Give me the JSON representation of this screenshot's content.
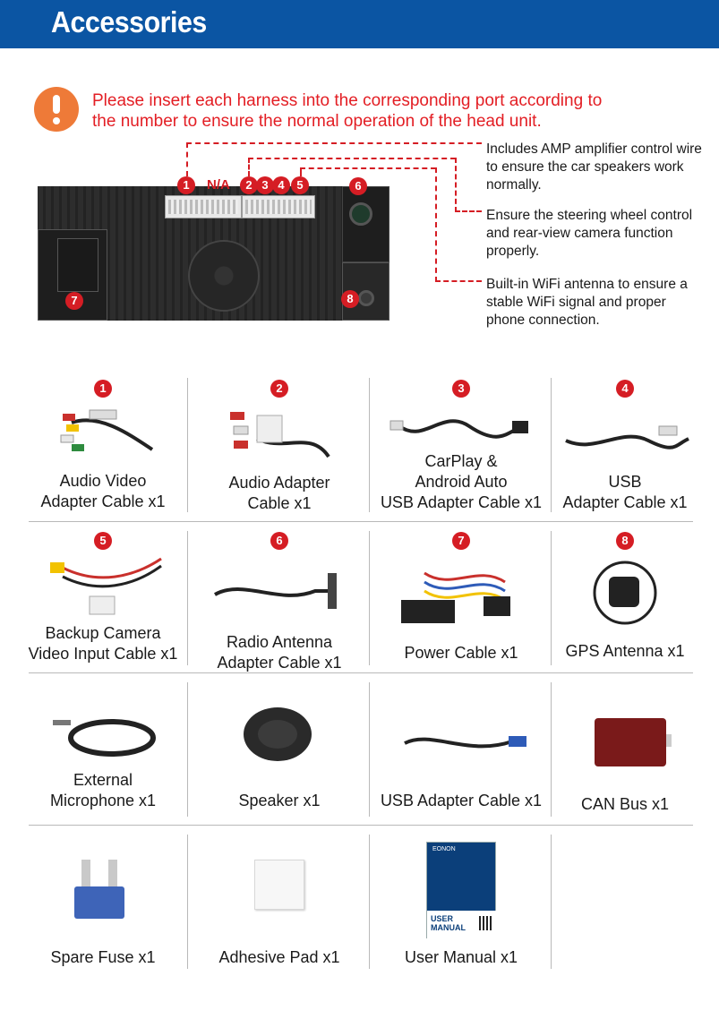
{
  "header": {
    "title": "Accessories"
  },
  "notice": {
    "icon": "warning-icon",
    "text": "Please insert each harness into the corresponding port according to the number to ensure the normal operation of the head unit."
  },
  "diagram": {
    "ports": [
      "1",
      "N/A",
      "2",
      "3",
      "4",
      "5",
      "6",
      "7",
      "8"
    ],
    "annotations": [
      "Includes AMP amplifier control wire to ensure the car speakers work normally.",
      "Ensure the steering wheel control and rear-view camera function properly.",
      "Built-in WiFi antenna to ensure a stable WiFi signal and proper phone connection."
    ]
  },
  "items": [
    {
      "num": "1",
      "label": "Audio Video\nAdapter Cable x1"
    },
    {
      "num": "2",
      "label": "Audio Adapter\nCable x1"
    },
    {
      "num": "3",
      "label": "CarPlay &\nAndroid Auto\nUSB Adapter Cable x1"
    },
    {
      "num": "4",
      "label": "USB\nAdapter Cable x1"
    },
    {
      "num": "5",
      "label": "Backup Camera\nVideo Input Cable x1"
    },
    {
      "num": "6",
      "label": "Radio Antenna\nAdapter Cable x1"
    },
    {
      "num": "7",
      "label": "Power Cable x1"
    },
    {
      "num": "8",
      "label": "GPS Antenna x1"
    },
    {
      "num": "",
      "label": "External\nMicrophone x1"
    },
    {
      "num": "",
      "label": "Speaker x1"
    },
    {
      "num": "",
      "label": "USB Adapter Cable x1"
    },
    {
      "num": "",
      "label": "CAN Bus x1"
    },
    {
      "num": "",
      "label": "Spare Fuse x1"
    },
    {
      "num": "",
      "label": "Adhesive Pad x1"
    },
    {
      "num": "",
      "label": "User Manual x1"
    }
  ],
  "manual": {
    "brand": "EONON",
    "title_line1": "USER",
    "title_line2": "MANUAL"
  },
  "colors": {
    "header": "#0b55a3",
    "accent_red": "#d51d24",
    "warning_orange": "#ee7a38"
  }
}
